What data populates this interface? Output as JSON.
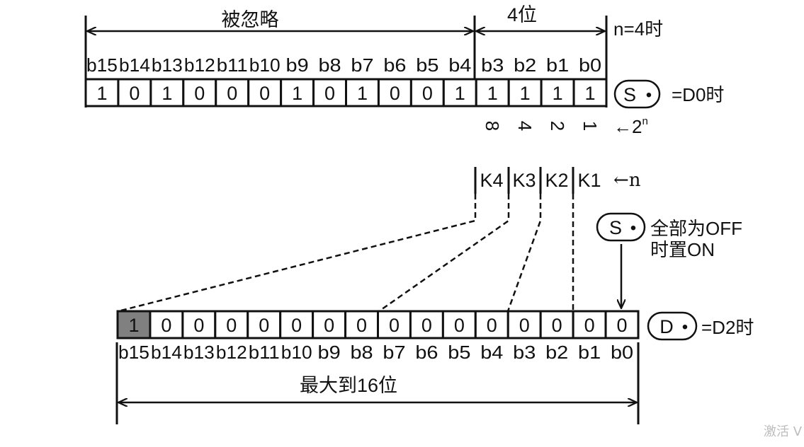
{
  "top": {
    "ignored_label": "被忽略",
    "bits_label": "4位",
    "n_label": "n=4时",
    "bit_labels": [
      "b15",
      "b14",
      "b13",
      "b12",
      "b11",
      "b10",
      "b9",
      "b8",
      "b7",
      "b6",
      "b5",
      "b4",
      "b3",
      "b2",
      "b1",
      "b0"
    ],
    "values": [
      "1",
      "0",
      "1",
      "0",
      "0",
      "0",
      "1",
      "0",
      "1",
      "0",
      "0",
      "1",
      "1",
      "1",
      "1",
      "1"
    ],
    "source_operand": "S",
    "source_dot": "•",
    "source_eq": "=D0时",
    "weights": [
      "8",
      "4",
      "2",
      "1"
    ],
    "weights_label": "←2",
    "weights_exp": "n"
  },
  "middle": {
    "k_labels": [
      "K4",
      "K3",
      "K2",
      "K1"
    ],
    "n_arrow_label": "←n",
    "note_operand": "S",
    "note_dot": "•",
    "note_line1": "全部为OFF",
    "note_line2": "时置ON"
  },
  "bottom": {
    "values": [
      "1",
      "0",
      "0",
      "0",
      "0",
      "0",
      "0",
      "0",
      "0",
      "0",
      "0",
      "0",
      "0",
      "0",
      "0",
      "0"
    ],
    "highlight_index": 0,
    "highlight_color": "#808080",
    "bit_labels": [
      "b15",
      "b14",
      "b13",
      "b12",
      "b11",
      "b10",
      "b9",
      "b8",
      "b7",
      "b6",
      "b5",
      "b4",
      "b3",
      "b2",
      "b1",
      "b0"
    ],
    "dest_operand": "D",
    "dest_dot": "•",
    "dest_eq": "=D2时",
    "max_label": "最大到16位"
  },
  "watermark": {
    "line1": "激活 V"
  }
}
